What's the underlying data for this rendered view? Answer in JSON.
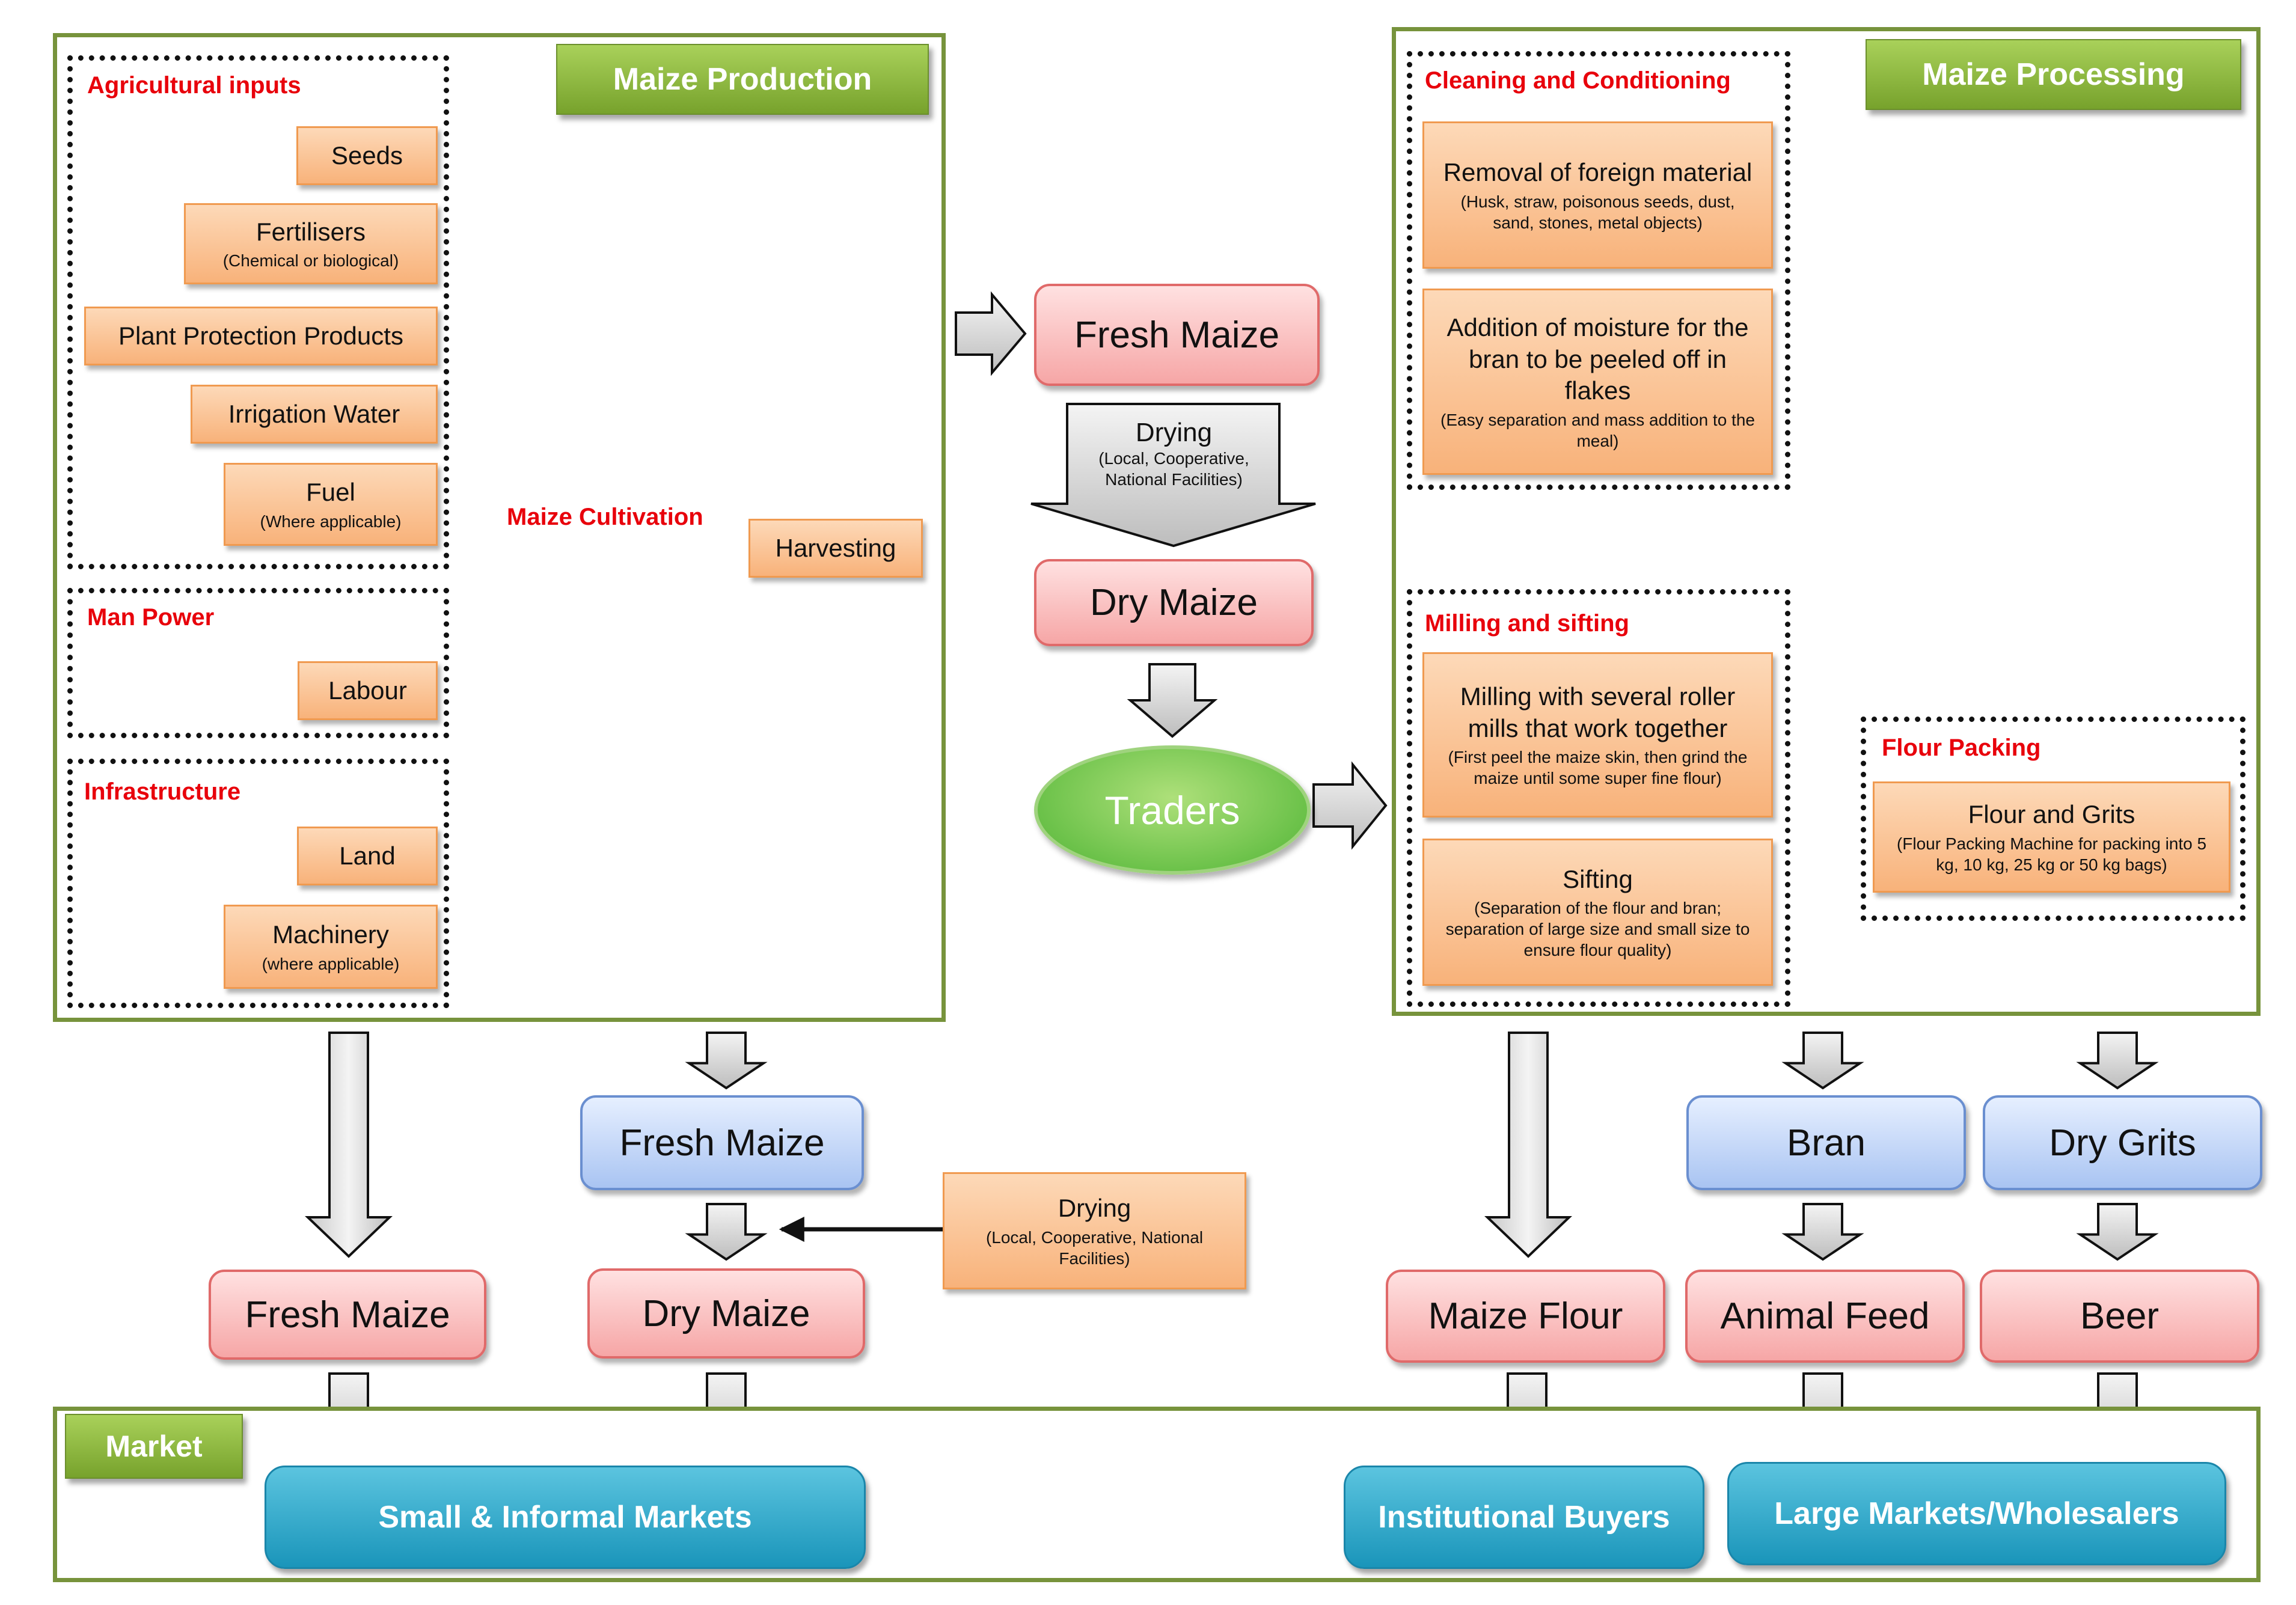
{
  "production": {
    "title": "Maize Production",
    "agri_title": "Agricultural inputs",
    "seeds": "Seeds",
    "fertilisers": "Fertilisers",
    "fertilisers_sub": "(Chemical or biological)",
    "plant_protection": "Plant Protection Products",
    "irrigation": "Irrigation Water",
    "fuel": "Fuel",
    "fuel_sub": "(Where applicable)",
    "manpower_title": "Man Power",
    "labour": "Labour",
    "infra_title": "Infrastructure",
    "land": "Land",
    "machinery": "Machinery",
    "machinery_sub": "(where applicable)",
    "cultivation_label": "Maize Cultivation",
    "harvesting": "Harvesting"
  },
  "middle": {
    "fresh_maize": "Fresh Maize",
    "drying": "Drying",
    "drying_sub": "(Local, Cooperative, National Facilities)",
    "dry_maize": "Dry Maize",
    "traders": "Traders"
  },
  "processing": {
    "title": "Maize Processing",
    "cleaning_title": "Cleaning and Conditioning",
    "removal": "Removal of foreign material",
    "removal_sub": "(Husk, straw, poisonous seeds, dust, sand, stones, metal objects)",
    "addition": "Addition of moisture for the bran to be peeled off in flakes",
    "addition_sub": "(Easy separation and mass addition to the meal)",
    "milling_title": "Milling and sifting",
    "milling": "Milling with several roller mills that work together",
    "milling_sub": "(First peel the maize skin, then grind the maize until some super fine flour)",
    "sifting": "Sifting",
    "sifting_sub": "(Separation of the flour and bran; separation of large size and small size to ensure flour quality)",
    "packing_title": "Flour Packing",
    "flour_grits": "Flour and Grits",
    "flour_grits_sub": "(Flour Packing Machine for packing into 5 kg, 10 kg, 25 kg or 50 kg bags)"
  },
  "products": {
    "fresh_maize_blue": "Fresh Maize",
    "bran": "Bran",
    "dry_grits": "Dry Grits",
    "fresh_maize": "Fresh Maize",
    "dry_maize": "Dry Maize",
    "maize_flour": "Maize Flour",
    "animal_feed": "Animal Feed",
    "beer": "Beer",
    "drying": "Drying",
    "drying_sub": "(Local, Cooperative, National Facilities)"
  },
  "market": {
    "title": "Market",
    "small": "Small & Informal Markets",
    "institutional": "Institutional Buyers",
    "large": "Large Markets/Wholesalers"
  },
  "colors": {
    "panel_border": "#77933c",
    "section_title": "#e8000b",
    "orange_box": "#f8b27a",
    "pink_box": "#f6a6a6",
    "blue_box": "#a9c4f2",
    "teal_box": "#1a95ba",
    "traders": "#6cc24a"
  }
}
